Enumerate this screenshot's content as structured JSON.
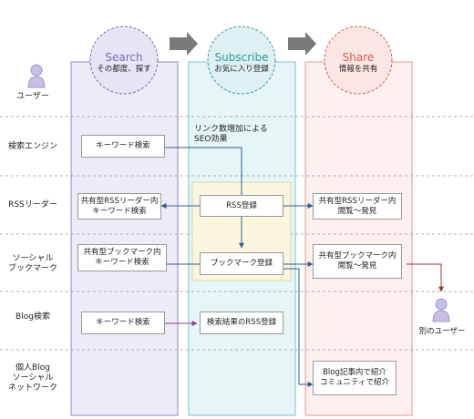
{
  "columns": {
    "search": {
      "title": "Search",
      "subtitle": "その都度、探す",
      "color": "#7b6bb5"
    },
    "subscribe": {
      "title": "Subscribe",
      "subtitle": "お気に入り登録",
      "color": "#2f9aa6"
    },
    "share": {
      "title": "Share",
      "subtitle": "情報を共有",
      "color": "#d4614f"
    }
  },
  "rows": {
    "user": "ユーザー",
    "search_engine": "検索エンジン",
    "rss_reader": "RSSリーダー",
    "social_bookmark": "ソーシャル\nブックマーク",
    "blog_search": "Blog検索",
    "personal_blog": "個人Blog\nソーシャル\nネットワーク"
  },
  "boxes": {
    "keyword_search_1": "キーワード検索",
    "rss_register": "RSS登録",
    "shared_rss_keyword": "共有型RSSリーダー内\nキーワード検索",
    "shared_rss_browse": "共有型RSSリーダー内\n閲覧～発見",
    "shared_bookmark_keyword": "共有型ブックマーク内\nキーワード検索",
    "bookmark_register": "ブックマーク登録",
    "shared_bookmark_browse": "共有型ブックマーク内\n閲覧～発見",
    "keyword_search_2": "キーワード検索",
    "search_result_rss": "検索結果のRSS登録",
    "blog_intro": "Blog記事内で紹介\nコミュニティで紹介"
  },
  "annotation": "リンク数増加による\nSEO効果",
  "other_user": "別のユーザー"
}
